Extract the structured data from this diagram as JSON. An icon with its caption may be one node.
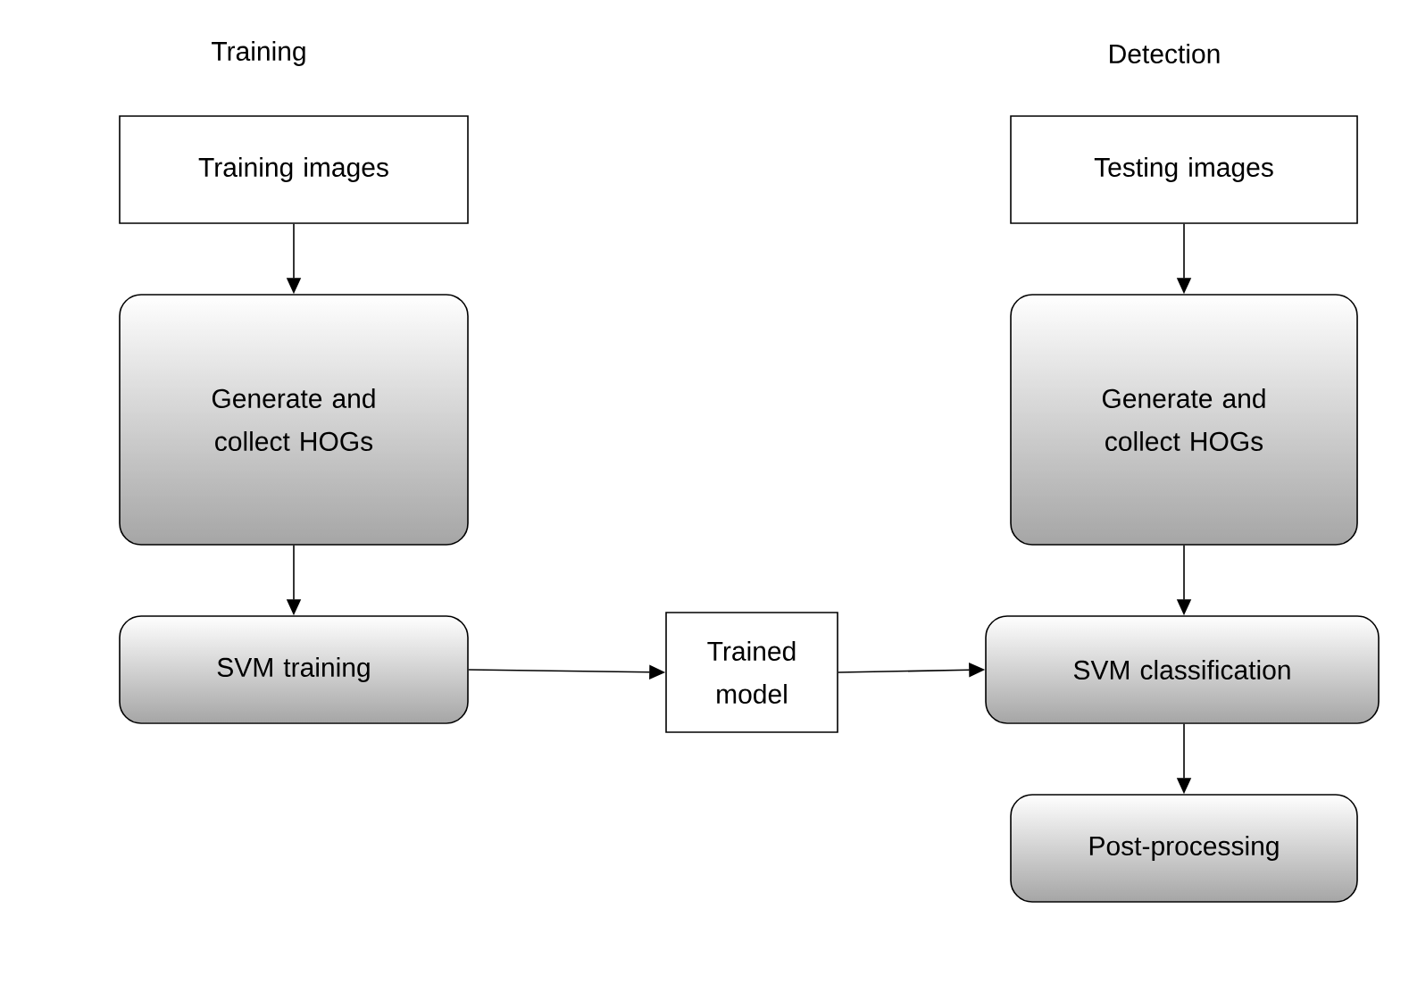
{
  "diagram": {
    "nodes": [
      {
        "text": [
          "Training images"
        ]
      },
      {
        "text": [
          "Generate and collect HOGs"
        ]
      },
      {
        "text": [
          "SVM training"
        ]
      },
      {
        "text": [
          "Trained model"
        ]
      },
      {
        "text": [
          "Testing images"
        ]
      },
      {
        "text": [
          "Generate and collect HOGs"
        ]
      },
      {
        "text": [
          "SVM classification"
        ]
      },
      {
        "text": [
          "Post-processing"
        ]
      }
    ],
    "edges": [
      {
        "from": 0,
        "to": 1,
        "arrow": "to"
      },
      {
        "from": 1,
        "to": 2,
        "arrow": "to"
      },
      {
        "from": 2,
        "to": 3,
        "arrow": "to"
      },
      {
        "from": 3,
        "to": 6,
        "arrow": "to"
      },
      {
        "from": 4,
        "to": 5,
        "arrow": "to"
      },
      {
        "from": 5,
        "to": 6,
        "arrow": "to"
      },
      {
        "from": 6,
        "to": 7,
        "arrow": "to"
      }
    ],
    "labels": [
      "Training",
      "Detection"
    ]
  }
}
